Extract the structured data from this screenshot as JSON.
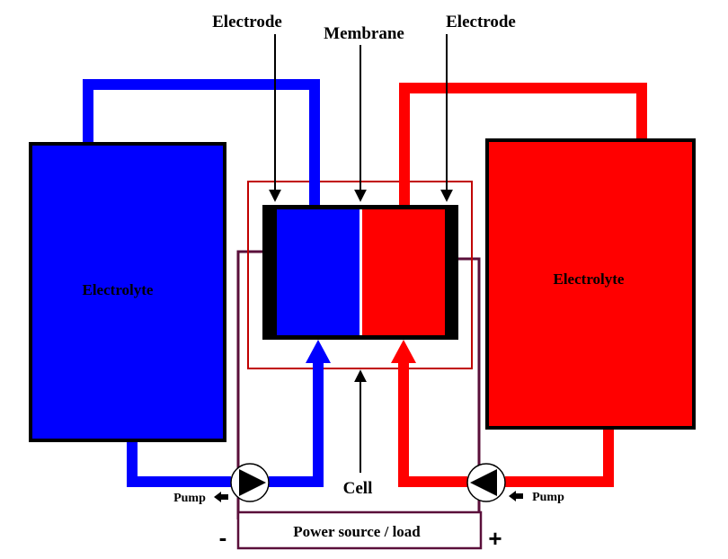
{
  "labels": {
    "electrode_left": "Electrode",
    "membrane": "Membrane",
    "electrode_right": "Electrode",
    "electrolyte_left": "Electrolyte",
    "electrolyte_right": "Electrolyte",
    "cell": "Cell",
    "pump_left": "Pump",
    "pump_right": "Pump",
    "power": "Power source / load",
    "minus": "-",
    "plus": "+"
  },
  "colors": {
    "negative_side": "#0000ff",
    "positive_side": "#ff0000",
    "wire": "#5a0f3a",
    "cell_frame": "#c00000",
    "outline": "#000000"
  }
}
